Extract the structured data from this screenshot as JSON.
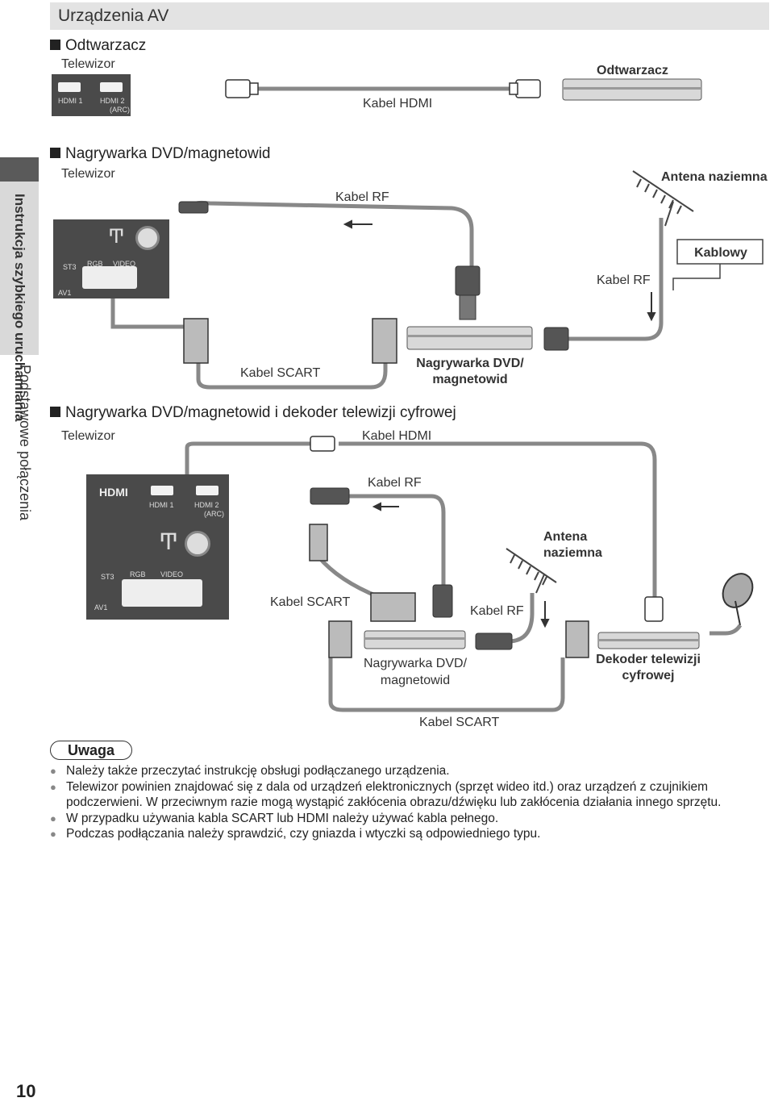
{
  "page": {
    "title": "Urządzenia AV",
    "page_number": "10"
  },
  "sidebar": {
    "tab_active": "Instrukcja szybkiego uruchamiania",
    "tab_section": "Podstawowe połączenia"
  },
  "section1": {
    "heading": "Odtwarzacz",
    "tv_label": "Telewizor",
    "ports": [
      "HDMI 1",
      "HDMI 2",
      "(ARC)"
    ],
    "cable_label": "Kabel HDMI",
    "device_label": "Odtwarzacz"
  },
  "section2": {
    "heading": "Nagrywarka DVD/magnetowid",
    "tv_label": "Telewizor",
    "panel_labels": [
      "ST3",
      "RGB",
      "VIDEO",
      "AV1"
    ],
    "rf_cable_label": "Kabel RF",
    "scart_cable_label": "Kabel SCART",
    "recorder_label": "Nagrywarka DVD/ magnetowid",
    "rf_cable_label_2": "Kabel RF",
    "antenna_label": "Antena naziemna",
    "cable_box_label": "Kablowy"
  },
  "section3": {
    "heading": "Nagrywarka DVD/magnetowid i dekoder telewizji cyfrowej",
    "tv_label": "Telewizor",
    "hdmi_cable_label": "Kabel HDMI",
    "rf_cable_label": "Kabel RF",
    "panel_labels": [
      "HDMI 1",
      "HDMI 2",
      "(ARC)",
      "ST3",
      "RGB",
      "VIDEO",
      "AV1"
    ],
    "antenna_label": "Antena naziemna",
    "scart_cable_label": "Kabel SCART",
    "rf_cable_label_2": "Kabel RF",
    "recorder_label": "Nagrywarka DVD/ magnetowid",
    "decoder_label": "Dekoder telewizji cyfrowej",
    "scart_cable_label_2": "Kabel SCART"
  },
  "notes": {
    "title": "Uwaga",
    "items": [
      "Należy także przeczytać instrukcję obsługi podłączanego urządzenia.",
      "Telewizor powinien znajdować się z dala od urządzeń elektronicznych (sprzęt wideo itd.) oraz urządzeń z czujnikiem podczerwieni. W przeciwnym razie mogą wystąpić zakłócenia obrazu/dźwięku lub zakłócenia działania innego sprzętu.",
      "W przypadku używania kabla SCART lub HDMI należy używać kabla pełnego.",
      "Podczas podłączania należy sprawdzić, czy gniazda i wtyczki są odpowiedniego typu."
    ]
  }
}
